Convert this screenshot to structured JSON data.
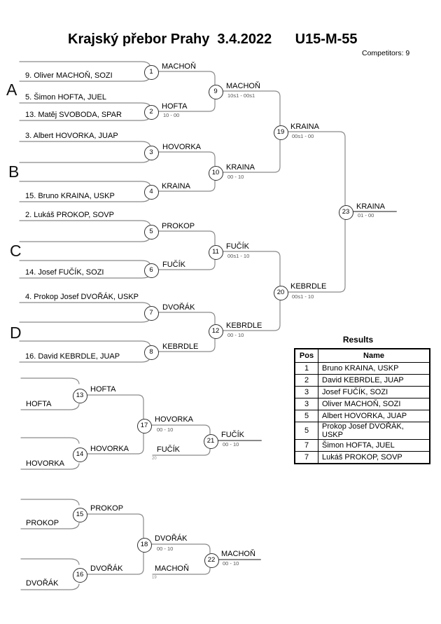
{
  "header": {
    "title": "Krajský přebor Prahy  3.4.2022      U15-M-55",
    "competitors": "Competitors: 9"
  },
  "sections": {
    "a": "A",
    "b": "B",
    "c": "C",
    "d": "D"
  },
  "bracket_main": {
    "round1": [
      {
        "num": "1",
        "bottom": "9. Oliver MACHOŇ, SOZI",
        "winner": "MACHOŇ",
        "score": ""
      },
      {
        "num": "2",
        "top": "5. Šimon HOFTA, JUEL",
        "bottom": "13. Matěj SVOBODA, SPAR",
        "winner": "HOFTA",
        "score": "10 - 00"
      },
      {
        "num": "3",
        "top": "3. Albert HOVORKA, JUAP",
        "winner": "HOVORKA",
        "score": ""
      },
      {
        "num": "4",
        "bottom": "15. Bruno KRAINA, USKP",
        "winner": "KRAINA",
        "score": ""
      },
      {
        "num": "5",
        "top": "2. Lukáš PROKOP, SOVP",
        "winner": "PROKOP",
        "score": ""
      },
      {
        "num": "6",
        "bottom": "14. Josef FUČÍK, SOZI",
        "winner": "FUČÍK",
        "score": ""
      },
      {
        "num": "7",
        "top": "4. Prokop Josef DVOŘÁK, USKP",
        "winner": "DVOŘÁK",
        "score": ""
      },
      {
        "num": "8",
        "bottom": "16. David KEBRDLE, JUAP",
        "winner": "KEBRDLE",
        "score": ""
      }
    ],
    "round2": [
      {
        "num": "9",
        "winner": "MACHOŇ",
        "score": "10s1 - 00s1"
      },
      {
        "num": "10",
        "winner": "KRAINA",
        "score": "00 - 10"
      },
      {
        "num": "11",
        "winner": "FUČÍK",
        "score": "00s1 - 10"
      },
      {
        "num": "12",
        "winner": "KEBRDLE",
        "score": "00 - 10"
      }
    ],
    "semifinals": [
      {
        "num": "19",
        "winner": "KRAINA",
        "score": "00s1 - 00"
      },
      {
        "num": "20",
        "winner": "KEBRDLE",
        "score": "00s1 - 10"
      }
    ],
    "final": {
      "num": "23",
      "winner": "KRAINA",
      "score": "01 - 00"
    }
  },
  "repechage_top": {
    "seed_top": "HOFTA",
    "seed_bottom": "HOVORKA",
    "m13": {
      "num": "13",
      "winner": "HOFTA"
    },
    "m14": {
      "num": "14",
      "winner": "HOVORKA"
    },
    "m17": {
      "num": "17",
      "winner": "HOVORKA",
      "score": "00 - 10"
    },
    "m21": {
      "num": "21",
      "winner": "FUČÍK",
      "score": "00 - 10",
      "drop_in": "FUČÍK",
      "drop_ref": "20"
    }
  },
  "repechage_bottom": {
    "seed_top": "PROKOP",
    "seed_bottom": "DVOŘÁK",
    "m15": {
      "num": "15",
      "winner": "PROKOP"
    },
    "m16": {
      "num": "16",
      "winner": "DVOŘÁK"
    },
    "m18": {
      "num": "18",
      "winner": "DVOŘÁK",
      "score": "00 - 10"
    },
    "m22": {
      "num": "22",
      "winner": "MACHOŇ",
      "score": "00 - 10",
      "drop_in": "MACHOŇ",
      "drop_ref": "19"
    }
  },
  "results": {
    "title": "Results",
    "columns": {
      "pos": "Pos",
      "name": "Name"
    },
    "rows": [
      {
        "pos": "1",
        "name": "Bruno KRAINA, USKP"
      },
      {
        "pos": "2",
        "name": "David KEBRDLE, JUAP"
      },
      {
        "pos": "3",
        "name": "Josef FUČÍK, SOZI"
      },
      {
        "pos": "3",
        "name": "Oliver MACHOŇ, SOZI"
      },
      {
        "pos": "5",
        "name": "Albert HOVORKA, JUAP"
      },
      {
        "pos": "5",
        "name": "Prokop Josef DVOŘÁK, USKP"
      },
      {
        "pos": "7",
        "name": "Šimon HOFTA, JUEL"
      },
      {
        "pos": "7",
        "name": "Lukáš PROKOP, SOVP"
      }
    ]
  }
}
